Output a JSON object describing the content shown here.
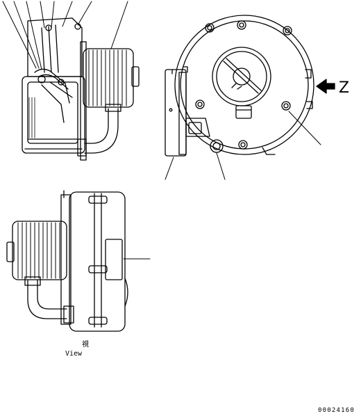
{
  "arrow_label": "Z",
  "view_label_jp": "視",
  "view_label_en": "View",
  "doc_number": "00024160",
  "colors": {
    "line": "#000000",
    "background": "#ffffff"
  }
}
